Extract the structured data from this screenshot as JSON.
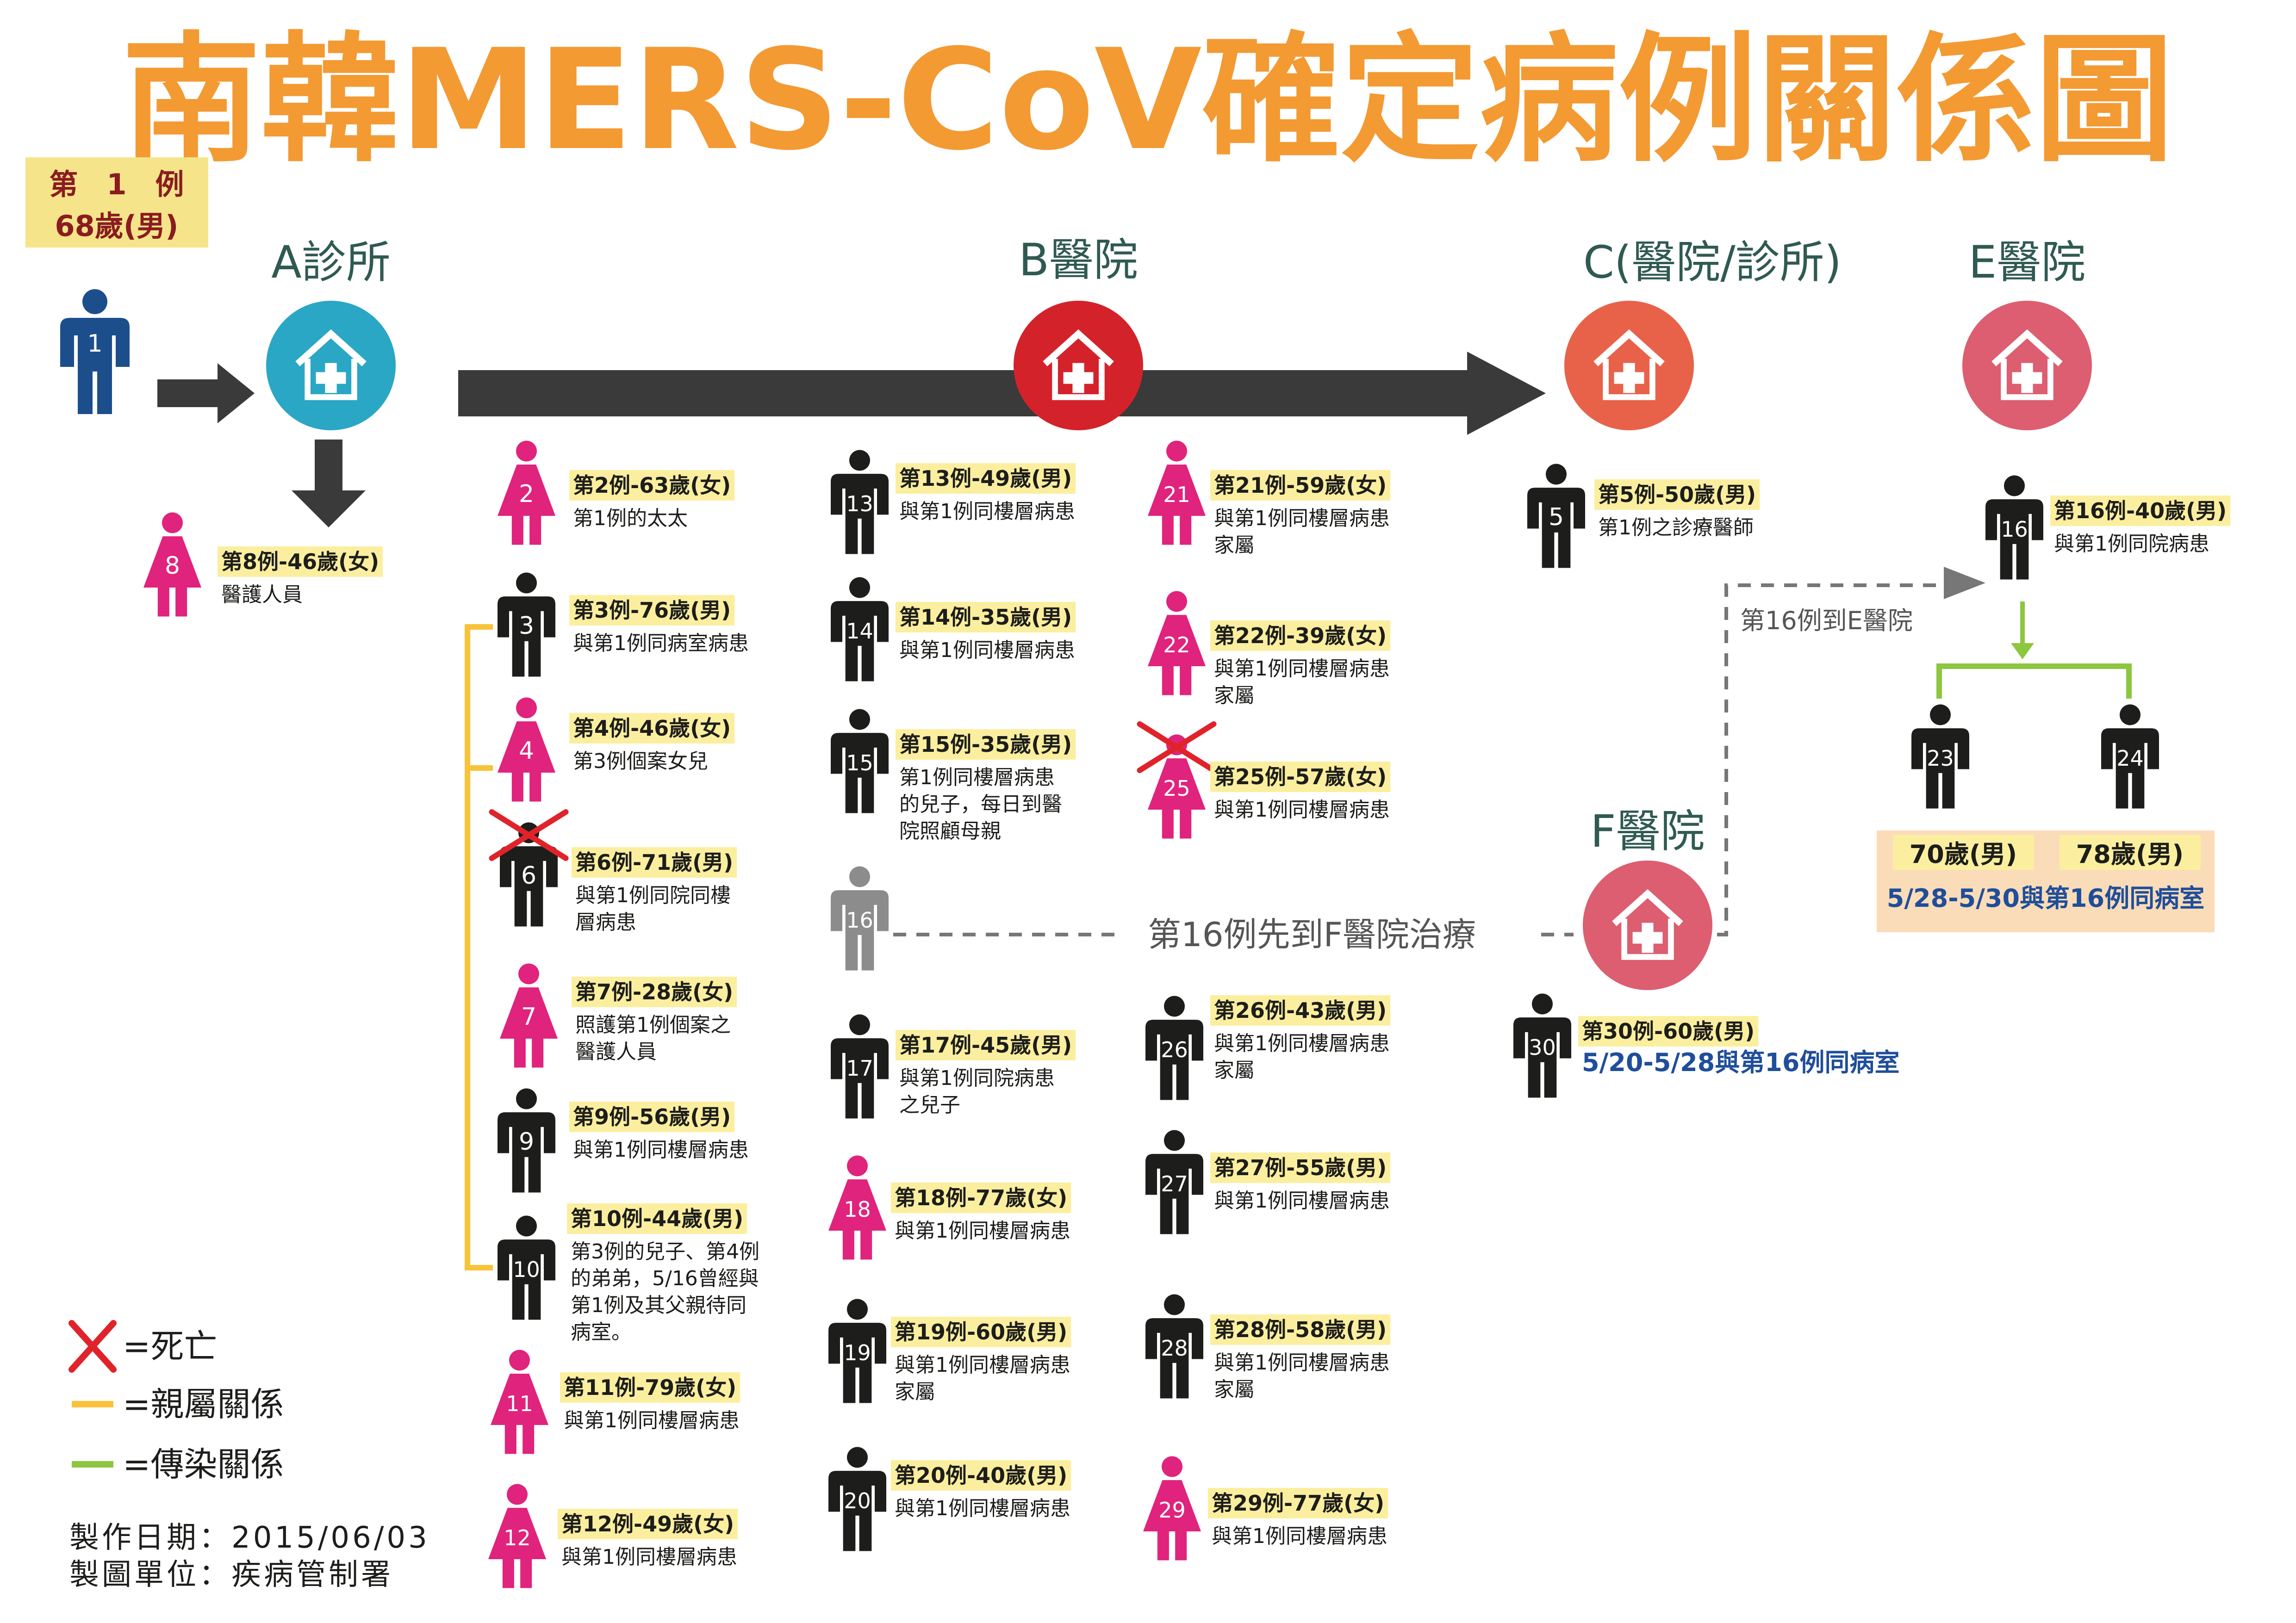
{
  "title": "南韓MERS-CoV確定病例關係圖",
  "colors": {
    "title": "#f39a33",
    "male": "#1d1d1b",
    "female": "#e0237d",
    "index_case": "#1d4e8c",
    "highlight": "#fbef9f",
    "index_box": "#f6e48a",
    "blue_text": "#1f4e9a",
    "family_line": "#f8c33a",
    "transmission_line": "#8dc63f",
    "dashed": "#777777",
    "clinic_a": "#2aa7c4",
    "hospital_b": "#d4222b",
    "hospital_c": "#e8624a",
    "hospital_e": "#dc5e70",
    "hospital_f": "#dc5e70",
    "text": "#1d1d1b",
    "facility_label": "#2f5a52"
  },
  "index_case": {
    "line1": "第　1　例",
    "line2": "68歲(男)",
    "number": "1"
  },
  "facilities": [
    {
      "key": "A",
      "label": "A診所",
      "icon": "hospital-icon"
    },
    {
      "key": "B",
      "label": "B醫院",
      "icon": "hospital-icon"
    },
    {
      "key": "C",
      "label": "C(醫院/診所)",
      "icon": "hospital-icon"
    },
    {
      "key": "E",
      "label": "E醫院",
      "icon": "hospital-icon"
    },
    {
      "key": "F",
      "label": "F醫院",
      "icon": "hospital-icon"
    }
  ],
  "cases": [
    {
      "n": "2",
      "gender": "F",
      "head": "第2例-63歲(女)",
      "desc": [
        "第1例的太太"
      ]
    },
    {
      "n": "3",
      "gender": "M",
      "head": "第3例-76歲(男)",
      "desc": [
        "與第1例同病室病患"
      ]
    },
    {
      "n": "4",
      "gender": "F",
      "head": "第4例-46歲(女)",
      "desc": [
        "第3例個案女兒"
      ]
    },
    {
      "n": "5",
      "gender": "M",
      "head": "第5例-50歲(男)",
      "desc": [
        "第1例之診療醫師"
      ]
    },
    {
      "n": "6",
      "gender": "M",
      "head": "第6例-71歲(男)",
      "desc": [
        "與第1例同院同樓",
        "層病患"
      ],
      "dead": true
    },
    {
      "n": "7",
      "gender": "F",
      "head": "第7例-28歲(女)",
      "desc": [
        "照護第1例個案之",
        "醫護人員"
      ]
    },
    {
      "n": "8",
      "gender": "F",
      "head": "第8例-46歲(女)",
      "desc": [
        "醫護人員"
      ]
    },
    {
      "n": "9",
      "gender": "M",
      "head": "第9例-56歲(男)",
      "desc": [
        "與第1例同樓層病患"
      ]
    },
    {
      "n": "10",
      "gender": "M",
      "head": "第10例-44歲(男)",
      "desc": [
        "第3例的兒子、第4例",
        "的弟弟，5/16曾經與",
        "第1例及其父親待同",
        "病室。"
      ]
    },
    {
      "n": "11",
      "gender": "F",
      "head": "第11例-79歲(女)",
      "desc": [
        "與第1例同樓層病患"
      ]
    },
    {
      "n": "12",
      "gender": "F",
      "head": "第12例-49歲(女)",
      "desc": [
        "與第1例同樓層病患"
      ]
    },
    {
      "n": "13",
      "gender": "M",
      "head": "第13例-49歲(男)",
      "desc": [
        "與第1例同樓層病患"
      ]
    },
    {
      "n": "14",
      "gender": "M",
      "head": "第14例-35歲(男)",
      "desc": [
        "與第1例同樓層病患"
      ]
    },
    {
      "n": "15",
      "gender": "M",
      "head": "第15例-35歲(男)",
      "desc": [
        "第1例同樓層病患",
        "的兒子，每日到醫",
        "院照顧母親"
      ]
    },
    {
      "n": "16",
      "gender": "M",
      "head": "第16例-40歲(男)",
      "desc": [
        "與第1例同院病患"
      ]
    },
    {
      "n": "17",
      "gender": "M",
      "head": "第17例-45歲(男)",
      "desc": [
        "與第1例同院病患",
        "之兒子"
      ]
    },
    {
      "n": "18",
      "gender": "F",
      "head": "第18例-77歲(女)",
      "desc": [
        "與第1例同樓層病患"
      ]
    },
    {
      "n": "19",
      "gender": "M",
      "head": "第19例-60歲(男)",
      "desc": [
        "與第1例同樓層病患",
        "家屬"
      ]
    },
    {
      "n": "20",
      "gender": "M",
      "head": "第20例-40歲(男)",
      "desc": [
        "與第1例同樓層病患"
      ]
    },
    {
      "n": "21",
      "gender": "F",
      "head": "第21例-59歲(女)",
      "desc": [
        "與第1例同樓層病患",
        "家屬"
      ]
    },
    {
      "n": "22",
      "gender": "F",
      "head": "第22例-39歲(女)",
      "desc": [
        "與第1例同樓層病患",
        "家屬"
      ]
    },
    {
      "n": "25",
      "gender": "F",
      "head": "第25例-57歲(女)",
      "desc": [
        "與第1例同樓層病患"
      ],
      "dead": true
    },
    {
      "n": "26",
      "gender": "M",
      "head": "第26例-43歲(男)",
      "desc": [
        "與第1例同樓層病患",
        "家屬"
      ]
    },
    {
      "n": "27",
      "gender": "M",
      "head": "第27例-55歲(男)",
      "desc": [
        "與第1例同樓層病患"
      ]
    },
    {
      "n": "28",
      "gender": "M",
      "head": "第28例-58歲(男)",
      "desc": [
        "與第1例同樓層病患",
        "家屬"
      ]
    },
    {
      "n": "29",
      "gender": "F",
      "head": "第29例-77歲(女)",
      "desc": [
        "與第1例同樓層病患"
      ]
    },
    {
      "n": "30",
      "gender": "M",
      "head": "第30例-60歲(男)",
      "desc": [
        "5/20-5/28與第16例同病室"
      ]
    }
  ],
  "e_hospital_group": {
    "case23": {
      "n": "23",
      "label": "70歲(男)"
    },
    "case24": {
      "n": "24",
      "label": "78歲(男)"
    },
    "note": "5/28-5/30與第16例同病室"
  },
  "case16_at_f": {
    "n": "16"
  },
  "annotations": {
    "f_path": "第16例先到F醫院治療",
    "e_path": "第16例到E醫院"
  },
  "legend": [
    {
      "key": "death",
      "text": "=死亡",
      "icon": "cross-icon"
    },
    {
      "key": "family",
      "text": "=親屬關係",
      "icon": "family-line-icon"
    },
    {
      "key": "transmission",
      "text": "=傳染關係",
      "icon": "transmission-line-icon"
    }
  ],
  "footer": {
    "date": "製作日期：2015/06/03",
    "unit": "製圖單位：疾病管制署"
  }
}
